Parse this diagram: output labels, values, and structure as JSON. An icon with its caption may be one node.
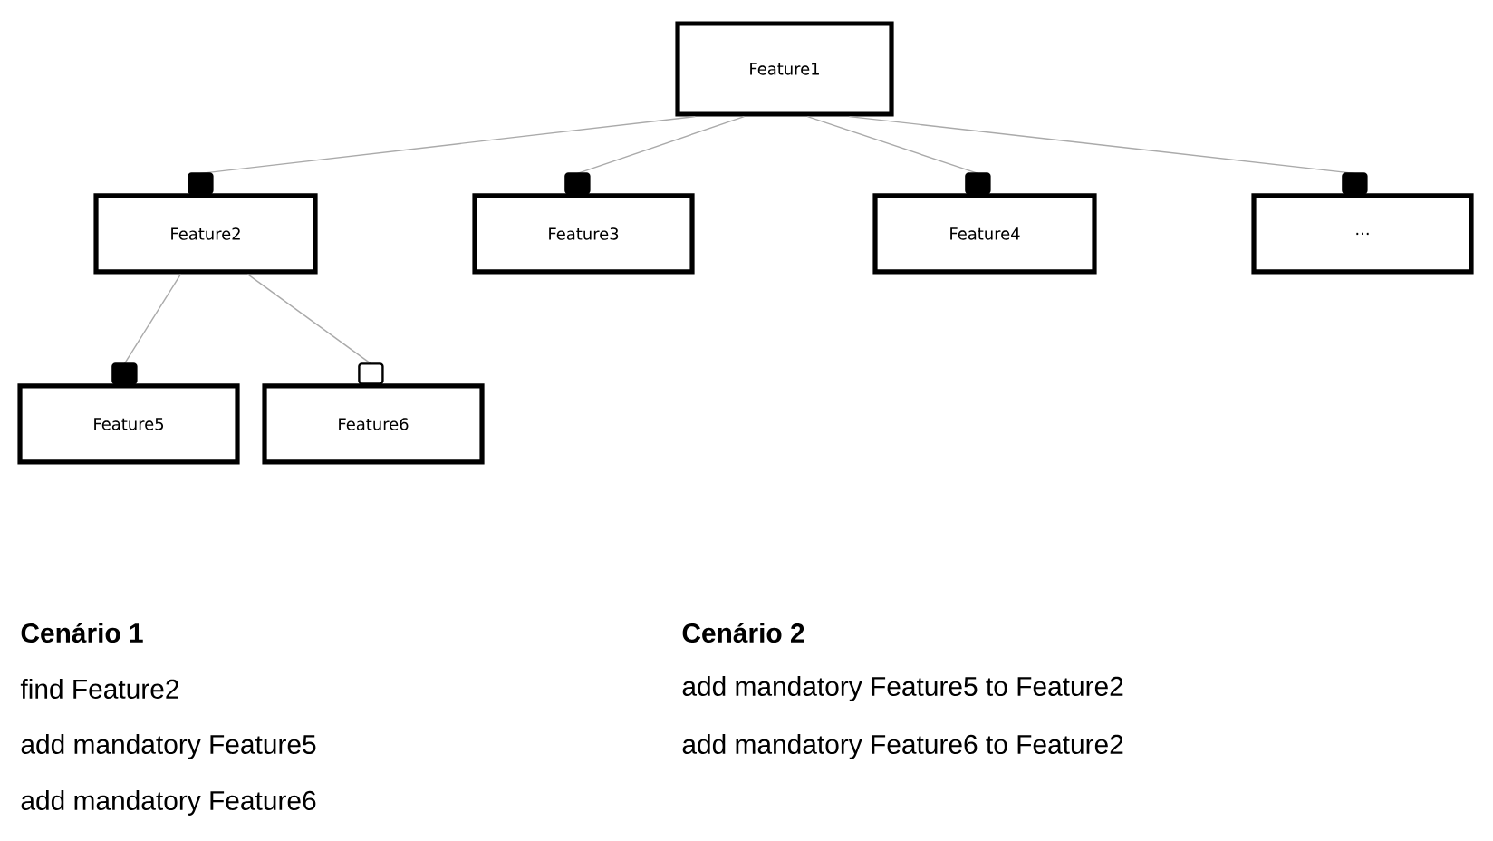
{
  "diagram": {
    "nodes": [
      {
        "text": [
          "Feature1"
        ]
      },
      {
        "text": [
          "Feature2"
        ]
      },
      {
        "text": [
          "Feature3"
        ]
      },
      {
        "text": [
          "Feature4"
        ]
      },
      {
        "text": [
          "..."
        ]
      },
      {
        "text": [
          "Feature5"
        ]
      },
      {
        "text": [
          "Feature6"
        ]
      }
    ],
    "edges": [
      {
        "from": 0,
        "to": 1,
        "arrow": "other"
      },
      {
        "from": 0,
        "to": 2,
        "arrow": "other"
      },
      {
        "from": 0,
        "to": 3,
        "arrow": "other"
      },
      {
        "from": 0,
        "to": 4,
        "arrow": "other"
      },
      {
        "from": 1,
        "to": 5,
        "arrow": "other"
      },
      {
        "from": 1,
        "to": 6,
        "arrow": "other"
      }
    ],
    "labels": [
      "Cenário 1",
      "find Feature2",
      "add mandatory Feature5",
      "add mandatory Feature6",
      "Cenário 2",
      "add mandatory Feature5 to Feature2",
      "add mandatory Feature6 to Feature2"
    ]
  }
}
